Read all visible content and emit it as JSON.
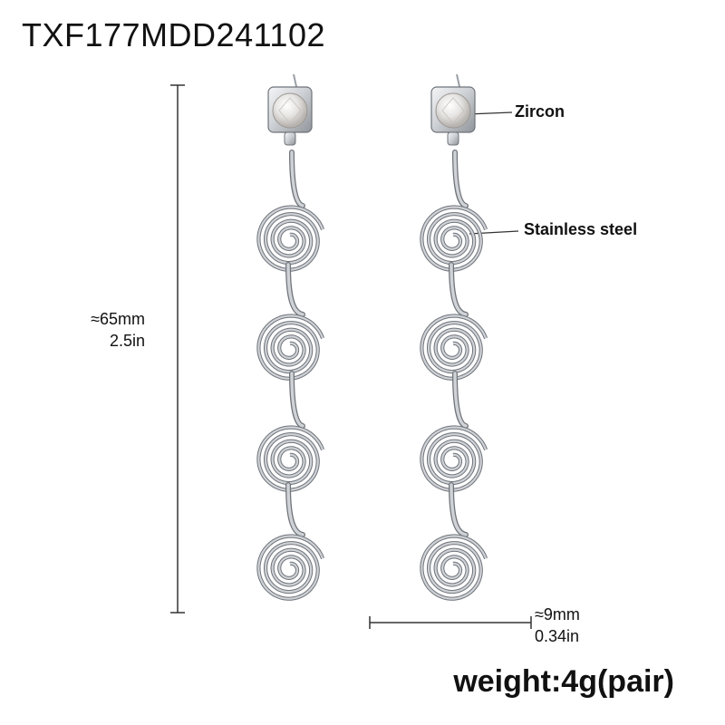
{
  "product": {
    "code": "TXF177MDD241102"
  },
  "dimensions": {
    "height_mm": "≈65mm",
    "height_in": "2.5in",
    "width_mm": "≈9mm",
    "width_in": "0.34in"
  },
  "materials": {
    "zircon_label": "Zircon",
    "steel_label": "Stainless steel"
  },
  "weight": {
    "text": "weight:4g(pair)"
  },
  "colors": {
    "metal": "#cfd2d6",
    "metal_dark": "#8f949a",
    "outline": "#6f747a",
    "text": "#111111"
  }
}
